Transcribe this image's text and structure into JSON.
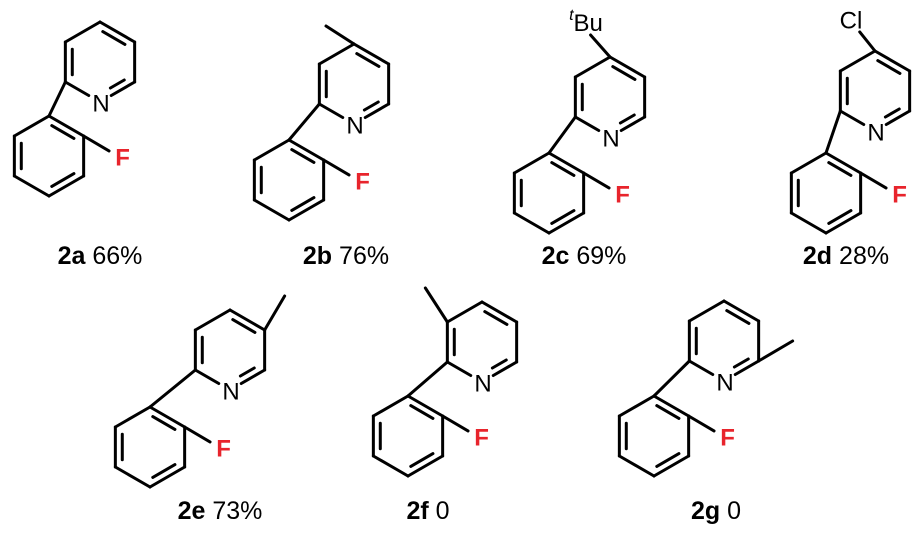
{
  "colors": {
    "bond": "#000000",
    "fluorine": "#e8242c",
    "background": "#ffffff"
  },
  "atom_labels": {
    "nitrogen": "N",
    "fluorine": "F",
    "chlorine": "Cl",
    "tert_butyl_prefix": "t",
    "tert_butyl": "Bu"
  },
  "compounds": [
    {
      "id": "2a",
      "yield": "66%",
      "substituent": "none"
    },
    {
      "id": "2b",
      "yield": "76%",
      "substituent": "4-methyl"
    },
    {
      "id": "2c",
      "yield": "69%",
      "substituent": "4-tert-butyl"
    },
    {
      "id": "2d",
      "yield": "28%",
      "substituent": "4-chloro"
    },
    {
      "id": "2e",
      "yield": "73%",
      "substituent": "5-methyl"
    },
    {
      "id": "2f",
      "yield": "0",
      "substituent": "3-methyl"
    },
    {
      "id": "2g",
      "yield": "0",
      "substituent": "6-methyl"
    }
  ]
}
